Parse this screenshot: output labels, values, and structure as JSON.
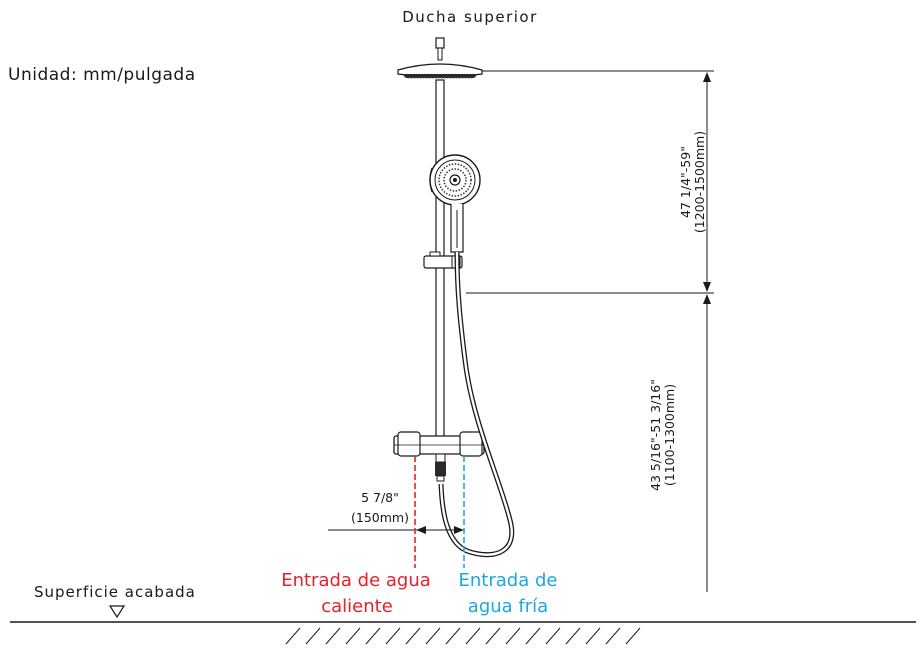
{
  "labels": {
    "top_shower": "Ducha superior",
    "unit": "Unidad: mm/pulgada",
    "dim_upper_in": "47 1/4\"-59\"",
    "dim_upper_mm": "(1200-1500mm)",
    "dim_lower_in": "43 5/16\"-51  3/16\"",
    "dim_lower_mm": "(1100-1300mm)",
    "dim_inlet_in": "5 7/8\"",
    "dim_inlet_mm": "(150mm)",
    "finished_surface": "Superficie acabada",
    "hot_inlet_line1": "Entrada de agua",
    "hot_inlet_line2": "caliente",
    "cold_inlet_line1": "Entrada de",
    "cold_inlet_line2": "agua fría"
  },
  "colors": {
    "hot": "#e8202a",
    "cold": "#1ba8e0",
    "line": "#1a1a1a"
  }
}
